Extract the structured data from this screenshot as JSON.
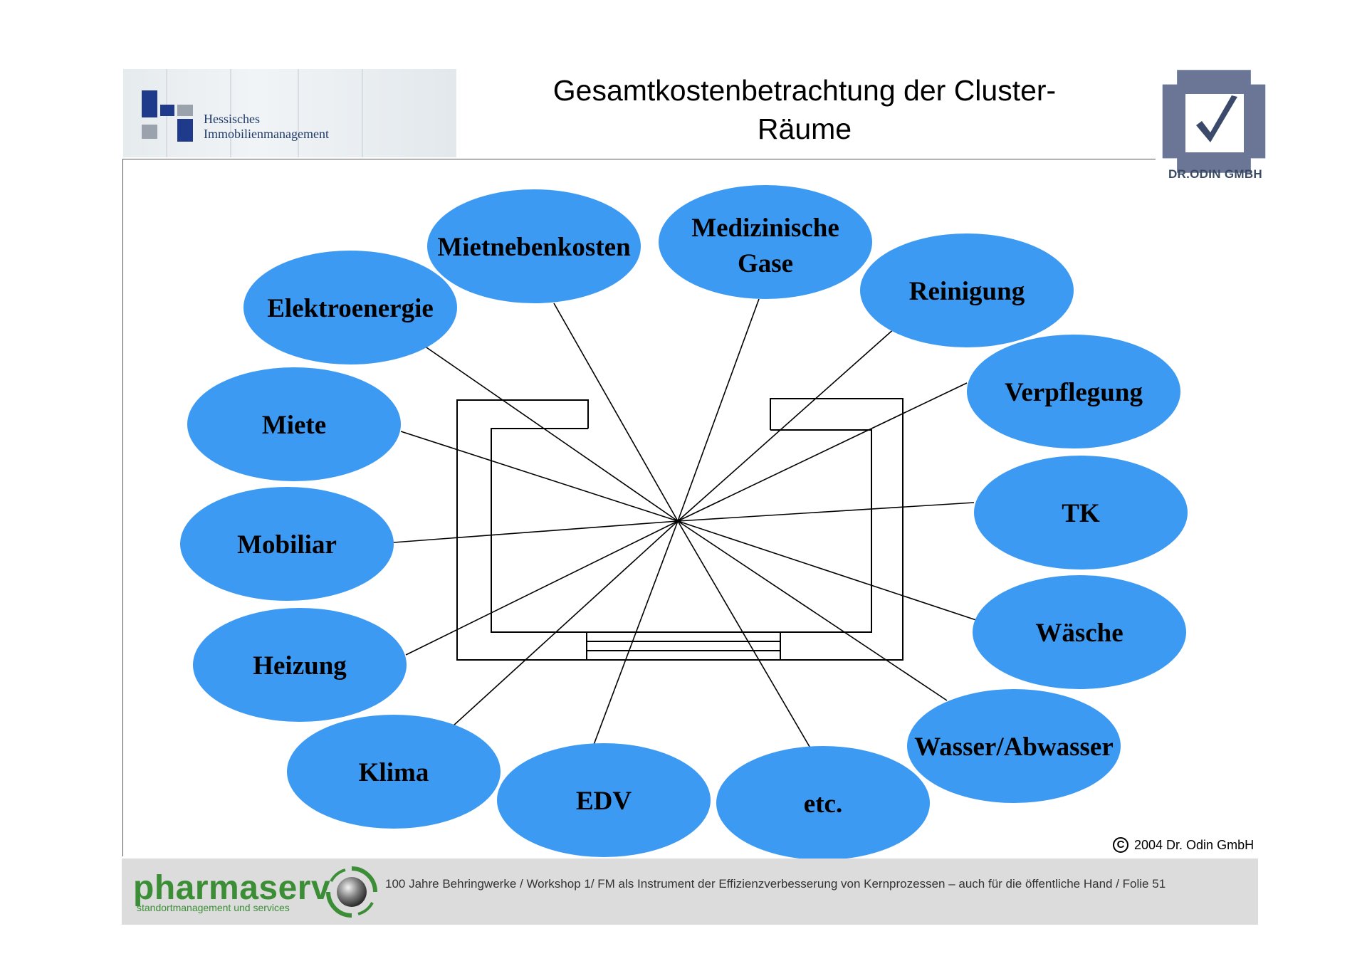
{
  "header": {
    "title_line1": "Gesamtkostenbetrachtung der Cluster-",
    "title_line2": "Räume",
    "logo_left_line1": "Hessisches",
    "logo_left_line2": "Immobilienmanagement",
    "logo_right_text": "DR.ODIN GMBH"
  },
  "diagram": {
    "nodes": [
      {
        "id": "elektroenergie",
        "label": "Elektroenergie"
      },
      {
        "id": "mietnebenkosten",
        "label": "Mietnebenkosten"
      },
      {
        "id": "medizinische-gase",
        "label": "Medizinische Gase",
        "line1": "Medizinische",
        "line2": "Gase"
      },
      {
        "id": "reinigung",
        "label": "Reinigung"
      },
      {
        "id": "verpflegung",
        "label": "Verpflegung"
      },
      {
        "id": "tk",
        "label": "TK"
      },
      {
        "id": "waesche",
        "label": "Wäsche"
      },
      {
        "id": "wasser-abwasser",
        "label": "Wasser/Abwasser"
      },
      {
        "id": "etc",
        "label": "etc."
      },
      {
        "id": "edv",
        "label": "EDV"
      },
      {
        "id": "klima",
        "label": "Klima"
      },
      {
        "id": "heizung",
        "label": "Heizung"
      },
      {
        "id": "mobiliar",
        "label": "Mobiliar"
      },
      {
        "id": "miete",
        "label": "Miete"
      }
    ],
    "bubble_color": "#3d9af2",
    "line_color": "#000000"
  },
  "copyright": {
    "symbol": "C",
    "text": "2004 Dr. Odin GmbH"
  },
  "footer": {
    "brand": "pharmaserv",
    "brand_sub": "standortmanagement und services",
    "text": "100 Jahre Behringwerke / Workshop 1/ FM als Instrument der Effizienzverbesserung von Kernprozessen – auch für die öffentliche Hand / Folie 51"
  }
}
